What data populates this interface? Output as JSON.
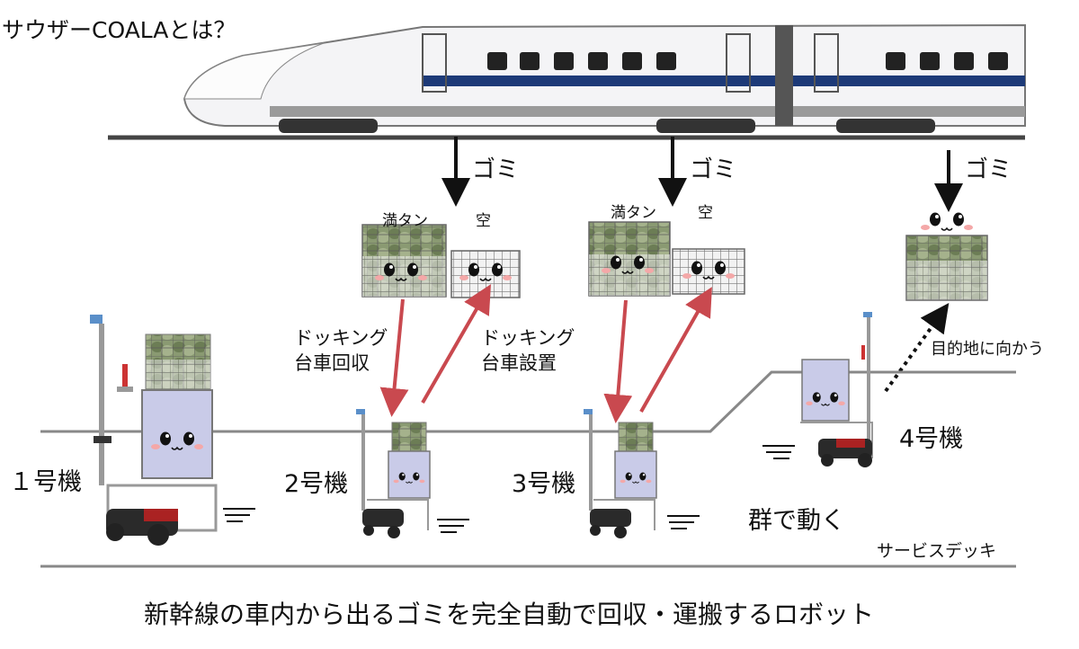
{
  "title": "サウザーCOALAとは？",
  "trash_labels": [
    "ゴミ",
    "ゴミ",
    "ゴミ"
  ],
  "bin_labels": {
    "full_1": "満タン",
    "empty_1": "空",
    "full_2": "満タン",
    "empty_2": "空"
  },
  "actions": {
    "collect": [
      "ドッキング",
      "台車回収"
    ],
    "install": [
      "ドッキング",
      "台車設置"
    ],
    "destination": "目的地に向かう"
  },
  "units": {
    "unit1": "１号機",
    "unit2": "2号機",
    "unit3": "3号機",
    "unit4": "4号機"
  },
  "swarm_label": "群で動く",
  "deck_label": "サービスデッキ",
  "caption": "新幹線の車内から出るゴミを完全自動で回収・運搬するロボット",
  "colors": {
    "arrow_red": "#c9494f",
    "train_stripe": "#1d3a78",
    "robot_body": "#c9cbe8",
    "blush": "#f4a8a8",
    "rail": "#444444",
    "deck_line": "#888888"
  }
}
